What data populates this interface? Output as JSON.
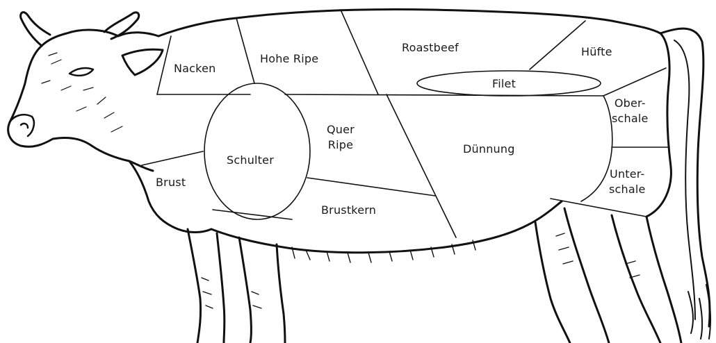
{
  "diagram": {
    "outline_color": "#111111",
    "background_color": "#ffffff",
    "cuts": [
      {
        "id": "nacken",
        "label": "Nacken"
      },
      {
        "id": "hohe-ripe",
        "label": "Hohe Ripe"
      },
      {
        "id": "roastbeef",
        "label": "Roastbeef"
      },
      {
        "id": "huefte",
        "label": "Hüfte"
      },
      {
        "id": "filet",
        "label": "Filet"
      },
      {
        "id": "oberschale",
        "label": "Ober-\nschale"
      },
      {
        "id": "quer-ripe",
        "label": "Quer\nRipe"
      },
      {
        "id": "schulter",
        "label": "Schulter"
      },
      {
        "id": "duennung",
        "label": "Dünnung"
      },
      {
        "id": "unterschale",
        "label": "Unter-\nschale"
      },
      {
        "id": "brust",
        "label": "Brust"
      },
      {
        "id": "brustkern",
        "label": "Brustkern"
      }
    ]
  }
}
